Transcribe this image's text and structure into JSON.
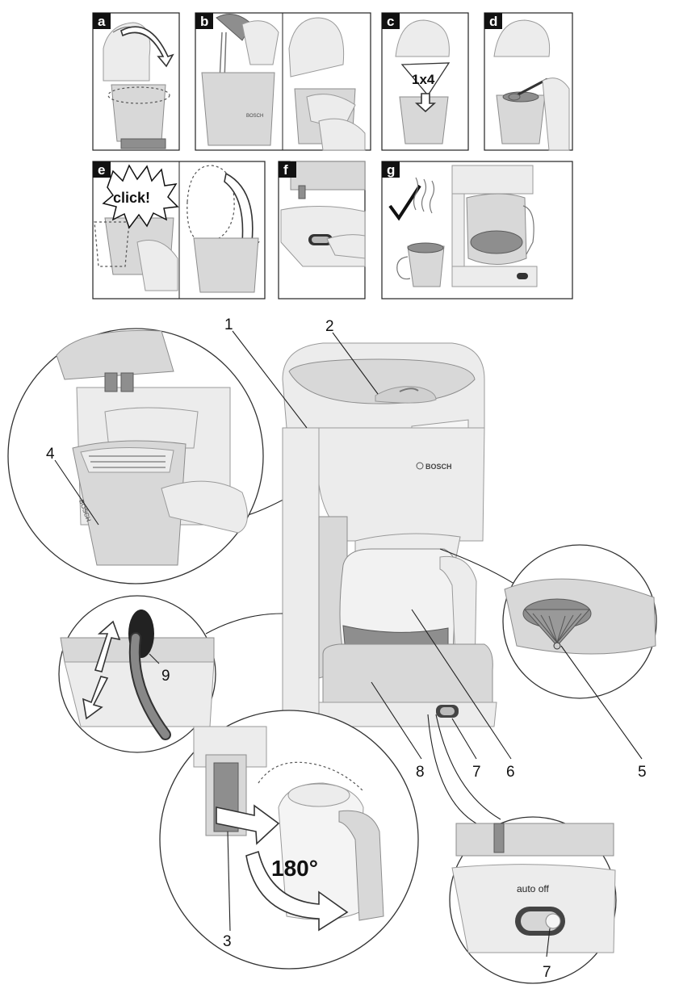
{
  "steps": [
    {
      "letter": "a"
    },
    {
      "letter": "b"
    },
    {
      "letter": "c",
      "text": "1x4"
    },
    {
      "letter": "d"
    },
    {
      "letter": "e",
      "text": "click!"
    },
    {
      "letter": "f"
    },
    {
      "letter": "g"
    }
  ],
  "brand": "BOSCH",
  "callouts": {
    "n1": "1",
    "n2": "2",
    "n3": "3",
    "n4": "4",
    "n5": "5",
    "n6": "6",
    "n7": "7",
    "n8": "8",
    "n9": "9",
    "n7b": "7"
  },
  "rotation_label": "180°",
  "switch_label": "auto off"
}
